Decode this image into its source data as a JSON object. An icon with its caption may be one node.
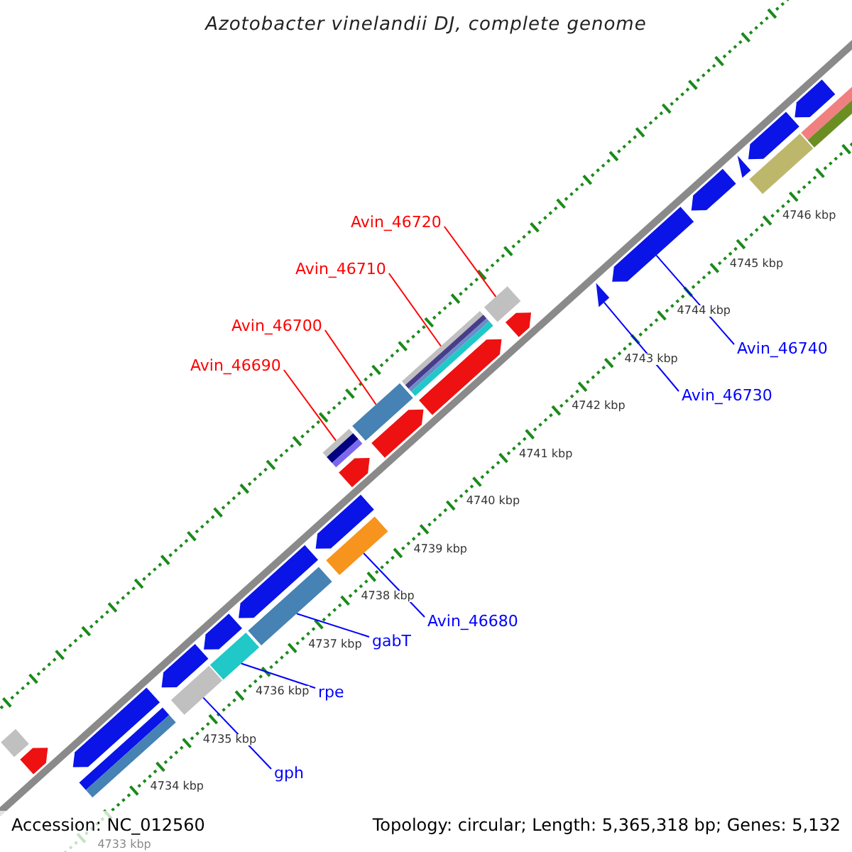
{
  "diagram": {
    "title": "Azotobacter vinelandii DJ, complete genome",
    "nodes": [
      {
        "text": [
          "Avin_46720"
        ]
      },
      {
        "text": [
          "Avin_46710"
        ]
      },
      {
        "text": [
          "Avin_46700"
        ]
      },
      {
        "text": [
          "Avin_46740"
        ]
      },
      {
        "text": [
          "Avin_46690"
        ]
      },
      {
        "text": [
          "Avin_46730"
        ]
      },
      {
        "text": [
          "Avin_46680"
        ]
      },
      {
        "text": [
          "gabT"
        ]
      },
      {
        "text": [
          "rpe"
        ]
      },
      {
        "text": [
          "gph"
        ]
      },
      {
        "text": [],
        "shape": "bar"
      },
      {
        "text": [],
        "shape": "pentagon"
      },
      {
        "text": [],
        "shape": "pentagon"
      },
      {
        "text": [],
        "shape": "bar"
      },
      {
        "text": [],
        "shape": "pentagon"
      },
      {
        "text": [],
        "shape": "bar"
      },
      {
        "text": [],
        "shape": "pentagon"
      },
      {
        "text": [],
        "shape": "bar"
      },
      {
        "text": [],
        "shape": "pentagon"
      },
      {
        "text": [],
        "shape": "bar"
      },
      {
        "text": [],
        "shape": "pentagon"
      },
      {
        "text": [],
        "shape": "bar"
      },
      {
        "text": [],
        "shape": "bar"
      },
      {
        "text": [],
        "shape": "pentagon"
      },
      {
        "text": [],
        "shape": "bar"
      },
      {
        "text": [],
        "shape": "pentagon"
      },
      {
        "text": [],
        "shape": "bar"
      },
      {
        "text": [],
        "shape": "pentagon"
      },
      {
        "text": [],
        "shape": "bar"
      },
      {
        "text": [],
        "shape": "pentagon"
      },
      {
        "text": [],
        "shape": "triangle"
      },
      {
        "text": [],
        "shape": "pentagon"
      },
      {
        "text": [],
        "shape": "pentagon"
      },
      {
        "text": [],
        "shape": "triangle"
      },
      {
        "text": [],
        "shape": "pentagon"
      },
      {
        "text": [],
        "shape": "bar"
      },
      {
        "text": [],
        "shape": "pentagon"
      },
      {
        "text": [],
        "shape": "bar"
      }
    ],
    "edges": [
      {
        "from": 0,
        "to": 28,
        "arrow": "none",
        "color": "#ff0000"
      },
      {
        "from": 1,
        "to": 26,
        "arrow": "none",
        "color": "#ff0000"
      },
      {
        "from": 2,
        "to": 24,
        "arrow": "none",
        "color": "#ff0000"
      },
      {
        "from": 3,
        "to": 31,
        "arrow": "none"
      },
      {
        "from": 4,
        "to": 21,
        "arrow": "none",
        "color": "#ff0000"
      },
      {
        "from": 5,
        "to": 30,
        "arrow": "none"
      },
      {
        "from": 6,
        "to": 22,
        "arrow": "none"
      },
      {
        "from": 7,
        "to": 19,
        "arrow": "none"
      },
      {
        "from": 8,
        "to": 17,
        "arrow": "none"
      },
      {
        "from": 9,
        "to": 15,
        "arrow": "none"
      }
    ],
    "labels": [
      "4746 kbp",
      "4745 kbp",
      "4744 kbp",
      "4743 kbp",
      "4742 kbp",
      "4741 kbp",
      "4740 kbp",
      "4739 kbp",
      "4738 kbp",
      "4737 kbp",
      "4736 kbp",
      "4735 kbp",
      "4734 kbp",
      "4733 kbp",
      "Accession: NC_012560",
      "Topology: circular; Length: 5,365,318 bp; Genes: 5,132"
    ]
  }
}
